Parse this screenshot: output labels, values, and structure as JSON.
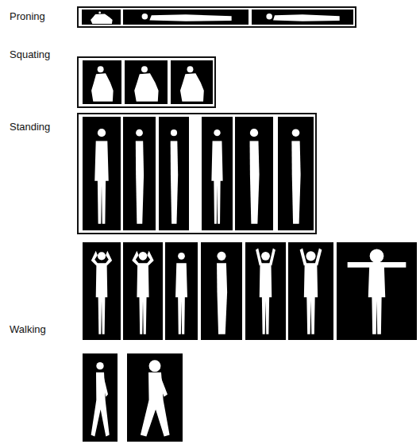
{
  "diagram": {
    "nodes": [
      {
        "text": [
          "Proning"
        ]
      },
      {
        "text": [
          "Squating"
        ]
      },
      {
        "text": [
          "Standing"
        ]
      }
    ],
    "labels": [
      "Walking"
    ]
  }
}
